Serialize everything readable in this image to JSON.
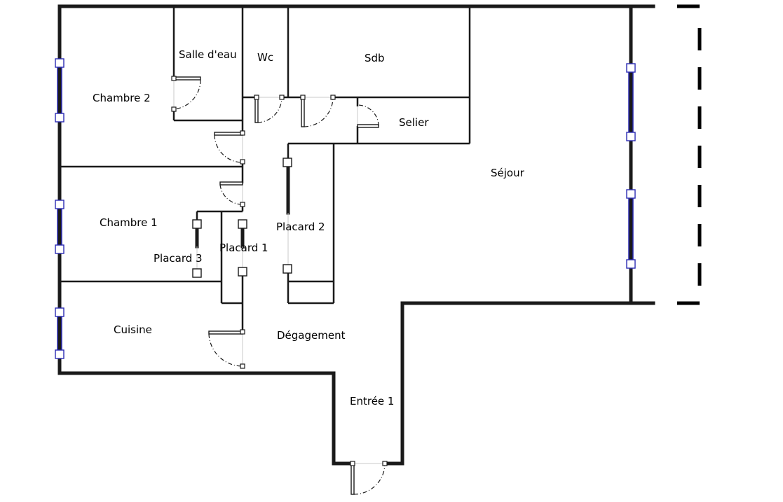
{
  "plan": {
    "rooms": {
      "chambre2": "Chambre 2",
      "salle_eau": "Salle d'eau",
      "wc": "Wc",
      "sdb": "Sdb",
      "selier": "Selier",
      "sejour": "Séjour",
      "chambre1": "Chambre 1",
      "placard3": "Placard 3",
      "placard1": "Placard 1",
      "placard2": "Placard 2",
      "cuisine": "Cuisine",
      "degagement": "Dégagement",
      "entree1": "Entrée 1"
    },
    "colors": {
      "wall": "#1a1a1a",
      "window": "#2b2bb3",
      "background": "#ffffff"
    }
  }
}
